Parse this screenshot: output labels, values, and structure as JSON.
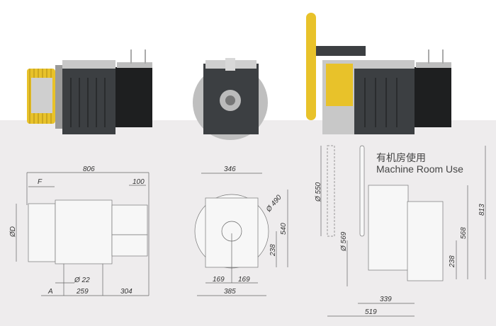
{
  "side_view": {
    "overall_length": "806",
    "sheave_width": "F",
    "bracket_spacing": "100",
    "sheave_diameter": "ØD",
    "bolt_diameter": "Ø 22",
    "offset": "A",
    "foot_spacing": "259",
    "rear_length": "304"
  },
  "front_view": {
    "width": "346",
    "disc_diameter": "Ø 490",
    "height": "540",
    "axis_height": "238",
    "half_left": "169",
    "half_right": "169",
    "base_width": "385"
  },
  "machine_room_view": {
    "title_cn": "有机房使用",
    "title_en": "Machine Room Use",
    "wheel_diameter": "Ø 550",
    "total_height": "813",
    "bracket_height": "568",
    "sheave_diameter": "Ø 569",
    "axis_height": "238",
    "depth_inner": "339",
    "depth_outer": "519"
  },
  "colors": {
    "sheave": "#e8c22a",
    "motor": "#3c3f42",
    "background_lower": "#eeeced"
  }
}
